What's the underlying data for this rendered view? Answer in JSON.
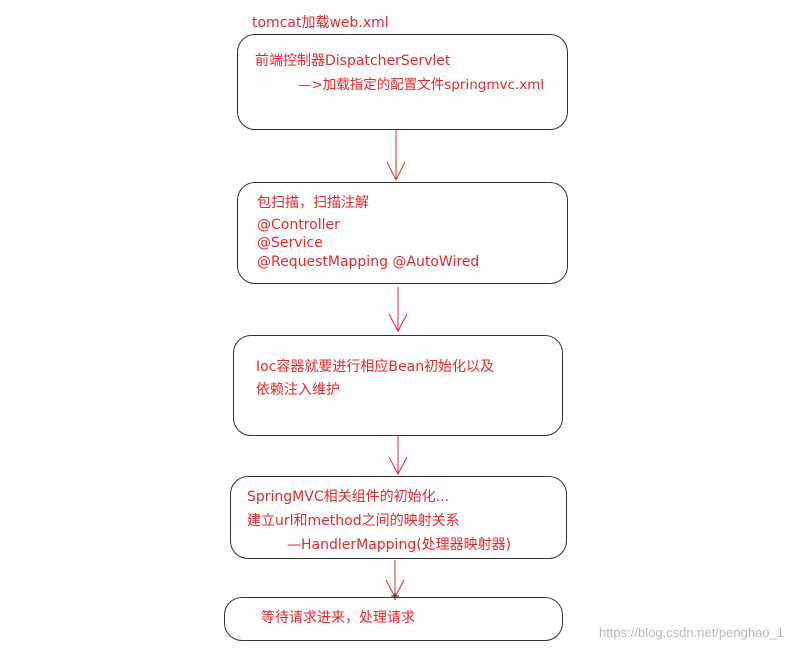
{
  "title": "tomcat加载web.xml",
  "steps": [
    {
      "lines": [
        "前端控制器DispatcherServlet",
        "—>加载指定的配置文件springmvc.xml"
      ]
    },
    {
      "lines": [
        "包扫描，扫描注解",
        "@Controller",
        "@Service",
        "@RequestMapping  @AutoWired"
      ]
    },
    {
      "lines": [
        "Ioc容器就要进行相应Bean初始化以及",
        "依赖注入维护"
      ]
    },
    {
      "lines": [
        "SpringMVC相关组件的初始化...",
        "建立url和method之间的映射关系",
        "—HandlerMapping(处理器映射器)"
      ]
    },
    {
      "lines": [
        "等待请求进来，处理请求"
      ]
    }
  ],
  "watermark": "https://blog.csdn.net/penghao_1",
  "colors": {
    "text": "#e8262a",
    "arrow": "#e8262a",
    "border": "#333333",
    "watermark": "#b9b9b9"
  }
}
